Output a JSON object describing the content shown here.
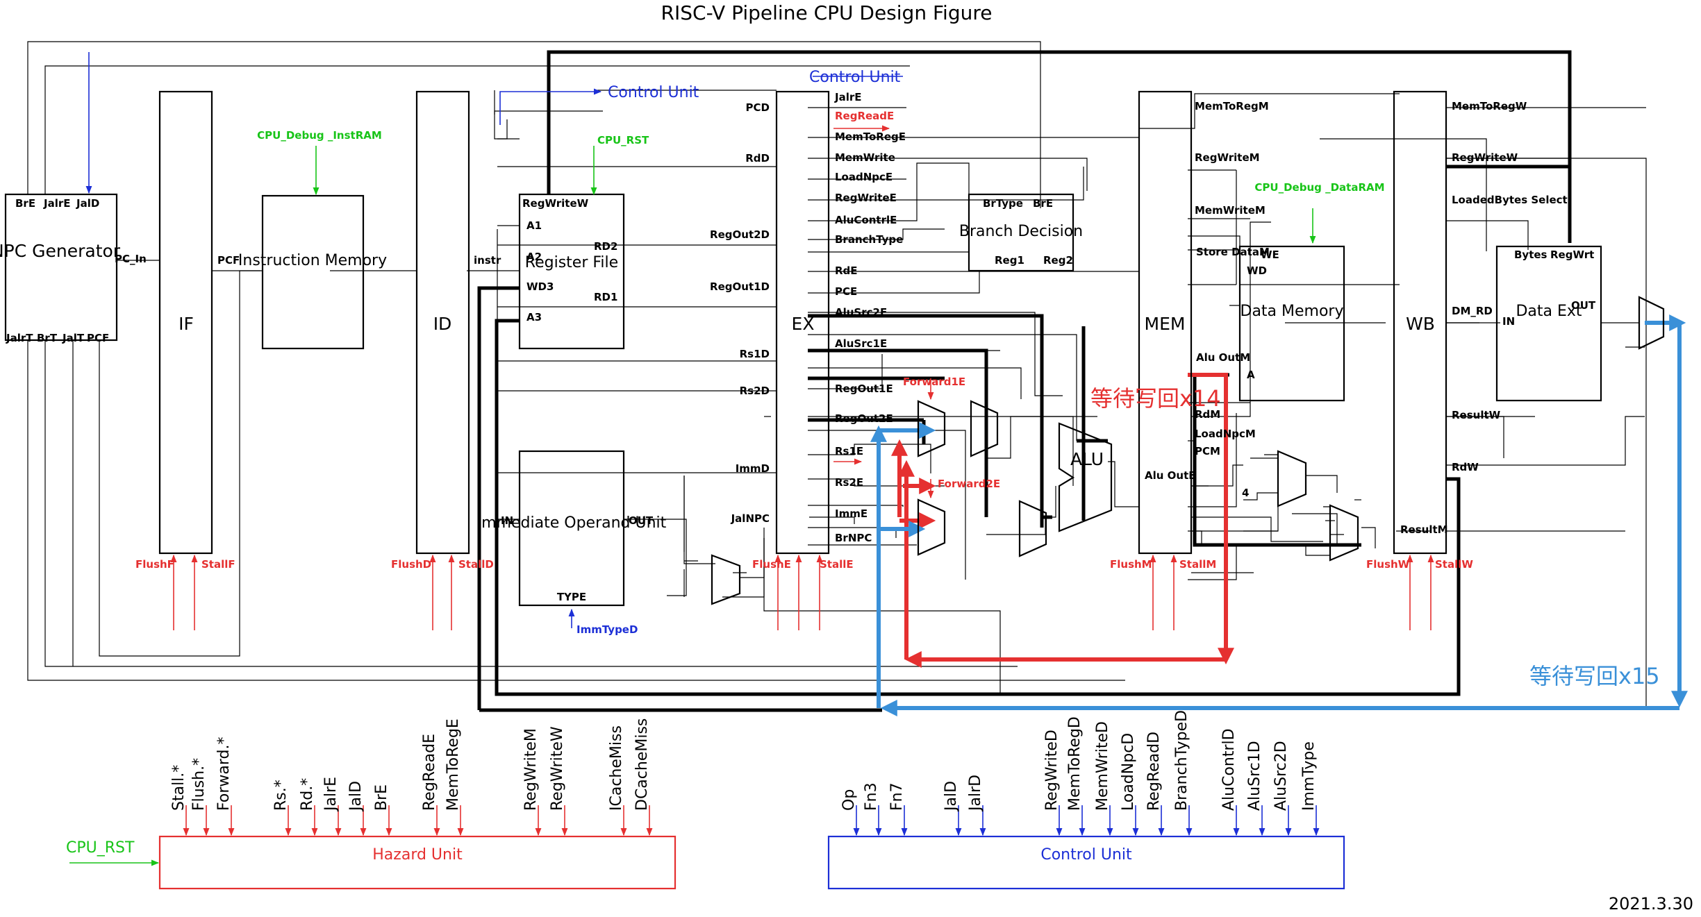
{
  "title": "RISC-V Pipeline CPU Design Figure",
  "date": "2021.3.30",
  "blocks": {
    "npc": "NPC Generator",
    "if": "IF",
    "imem": "Instruction Memory",
    "id": "ID",
    "rf": "Register File",
    "imm": "Immediate Operand Unit",
    "ex": "EX",
    "branch": "Branch Decision",
    "alu": "ALU",
    "mem": "MEM",
    "dmem": "Data Memory",
    "wb": "WB",
    "dext": "Data Ext",
    "hazard": "Hazard Unit",
    "control": "Control Unit",
    "control_ref_top": "Control Unit",
    "control_ref_mid": "Control Unit"
  },
  "npc_ports": [
    "BrE",
    "JalrE",
    "JalD",
    "JalrT",
    "BrT",
    "JalT",
    "PCF",
    "PC_In"
  ],
  "if_ports": [
    "PCF",
    "FlushF",
    "StallF"
  ],
  "imem_ports": [
    "CPU_Debug _InstRAM"
  ],
  "id_ports": [
    "instr",
    "FlushD",
    "StallD"
  ],
  "rf_ports": [
    "RegWriteW",
    "A1",
    "A2",
    "WD3",
    "A3",
    "RD2",
    "RD1",
    "CPU_RST"
  ],
  "imm_ports": [
    "IN",
    "OUT",
    "TYPE",
    "ImmTypeD"
  ],
  "id_ex_signals": [
    "PCD",
    "RdD",
    "RegOut2D",
    "RegOut1D",
    "Rs1D",
    "Rs2D",
    "ImmD",
    "JalNPC"
  ],
  "ex_signals": [
    "JalrE",
    "RegReadE",
    "MemToRegE",
    "MemWrite",
    "LoadNpcE",
    "RegWriteE",
    "AluContrlE",
    "BranchType",
    "RdE",
    "PCE",
    "AluSrc2E",
    "AluSrc1E",
    "RegOut1E",
    "RegOut2E",
    "Rs1E",
    "Rs2E",
    "ImmE",
    "BrNPC",
    "FlushE",
    "StallE",
    "Forward1E",
    "Forward2E"
  ],
  "branch_ports": [
    "BrType",
    "BrE",
    "Reg1",
    "Reg2"
  ],
  "mem_signals": [
    "MemToRegM",
    "RegWriteM",
    "MemWriteM",
    "Store DataM",
    "Alu OutM",
    "RdM",
    "LoadNpcM",
    "PCM",
    "Alu OutE",
    "FlushM",
    "StallM",
    "4"
  ],
  "dmem_ports": [
    "WE",
    "WD",
    "A",
    "CPU_Debug _DataRAM"
  ],
  "wb_signals": [
    "MemToRegW",
    "RegWriteW",
    "LoadedBytes Select",
    "DM_RD",
    "ResultW",
    "RdW",
    "ResultM",
    "FlushW",
    "StallW"
  ],
  "dext_ports": [
    "Bytes",
    "RegWrt",
    "IN",
    "OUT"
  ],
  "annotations": [
    "等待写回x14",
    "等待写回x15"
  ],
  "hazard_inputs": [
    "Stall.*",
    "Flush.*",
    "Forward.*",
    "Rs.*",
    "Rd.*",
    "JalrE",
    "JalD",
    "BrE",
    "RegReadE",
    "MemToRegE",
    "RegWriteM",
    "RegWriteW",
    "ICacheMiss",
    "DCacheMiss"
  ],
  "hazard_rst": "CPU_RST",
  "control_inputs": [
    "Op",
    "Fn3",
    "Fn7",
    "JalD",
    "JalrD",
    "RegWriteD",
    "MemToRegD",
    "MemWriteD",
    "LoadNpcD",
    "RegReadD",
    "BranchTypeD",
    "AluContrlD",
    "AluSrc1D",
    "AluSrc2D",
    "ImmType"
  ],
  "colors": {
    "red": "#e53030",
    "green": "#18c418",
    "blue": "#1c2fd6",
    "lightblue": "#3a90d8"
  }
}
